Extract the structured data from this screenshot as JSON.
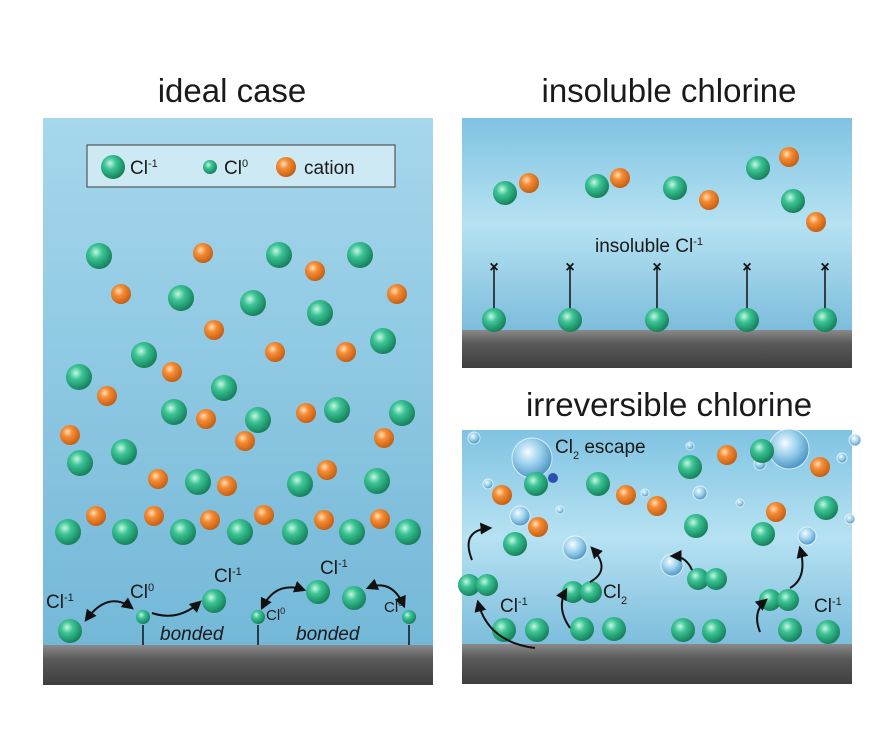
{
  "panels": {
    "ideal": {
      "title": "ideal case",
      "legend": [
        {
          "symbol": "Cl",
          "charge": "-1"
        },
        {
          "symbol": "Cl",
          "charge": "0"
        },
        {
          "text": "cation"
        }
      ],
      "surface_labels": [
        {
          "symbol": "Cl",
          "charge": "-1"
        },
        {
          "symbol": "Cl",
          "charge": "0"
        },
        {
          "symbol": "Cl",
          "charge": "-1"
        },
        {
          "symbol": "Cl",
          "charge": "0"
        },
        {
          "symbol": "Cl",
          "charge": "-1"
        },
        {
          "symbol": "Cl",
          "charge": "0"
        }
      ],
      "bonded_labels": [
        "bonded",
        "bonded"
      ]
    },
    "insoluble": {
      "title": "insoluble chlorine",
      "label": {
        "text": "insoluble Cl",
        "charge": "-1"
      }
    },
    "irreversible": {
      "title": "irreversible chlorine",
      "escape_label": {
        "symbol": "Cl",
        "sub": "2",
        "text": " escape"
      },
      "labels": [
        {
          "symbol": "Cl",
          "charge": "-1"
        },
        {
          "symbol": "Cl",
          "sub": "2"
        },
        {
          "symbol": "Cl",
          "charge": "-1"
        }
      ]
    }
  },
  "colors": {
    "chloride": "#2aa87a",
    "chlorine_atom": "#27b58a",
    "cation": "#ee7a22",
    "electrolyte_top": "#a8d8ec",
    "electrolyte_bottom": "#6fb6d6",
    "electrode": "#5e5e5e"
  },
  "icons": [
    "chloride-ion-icon",
    "chlorine-atom-icon",
    "cation-icon",
    "bubble-icon",
    "arrow-icon",
    "cross-icon"
  ]
}
